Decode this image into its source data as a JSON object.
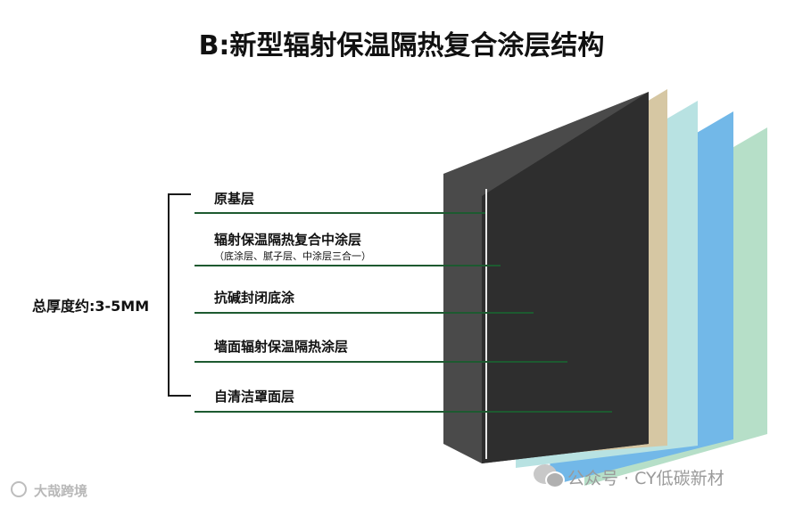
{
  "title": "B:新型辐射保温隔热复合涂层结构",
  "total_thickness": "总厚度约:3-5MM",
  "layers": [
    {
      "label": "原基层",
      "color": "#4a4a4a"
    },
    {
      "label": "辐射保温隔热复合中涂层",
      "sub": "（底涂层、腻子层、中涂层三合一）",
      "color": "#d6c7a3"
    },
    {
      "label": "抗碱封闭底涂",
      "color": "#b8e2e2"
    },
    {
      "label": "墙面辐射保温隔热涂层",
      "color": "#72b8e8"
    },
    {
      "label": "自清洁罩面层",
      "color": "#b6dfc8"
    }
  ],
  "colors": {
    "leader": "#1d5a30"
  },
  "watermark": {
    "icon": "wechat-icon",
    "text": "公众号 · CY低碳新材"
  },
  "corner_watermark": {
    "icon": "brand-icon",
    "text": "大哉跨境"
  }
}
